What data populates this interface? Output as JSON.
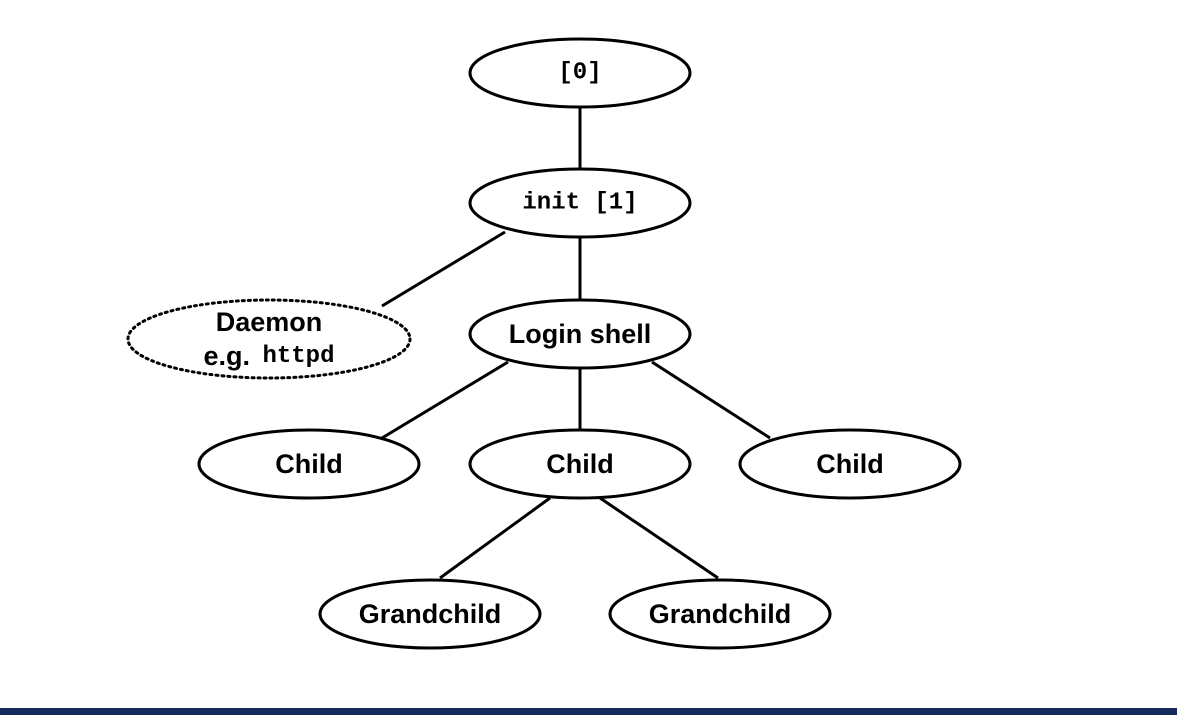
{
  "diagram": {
    "nodes": {
      "root": "[0]",
      "init": "init [1]",
      "daemon_line1": "Daemon",
      "daemon_line2_prefix": "e.g.",
      "daemon_line2_cmd": "httpd",
      "login": "Login shell",
      "child_left": "Child",
      "child_mid": "Child",
      "child_right": "Child",
      "grandchild_left": "Grandchild",
      "grandchild_right": "Grandchild"
    }
  },
  "colors": {
    "stroke": "#000000",
    "footer_bar": "#142a5a"
  }
}
